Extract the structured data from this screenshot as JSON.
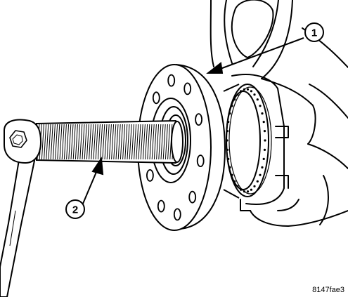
{
  "callouts": [
    {
      "label": "1",
      "target": "hub-flange"
    },
    {
      "label": "2",
      "target": "threaded-rod"
    }
  ],
  "figure_id": "8147fae3",
  "colors": {
    "line": "#000000",
    "background": "#ffffff"
  }
}
